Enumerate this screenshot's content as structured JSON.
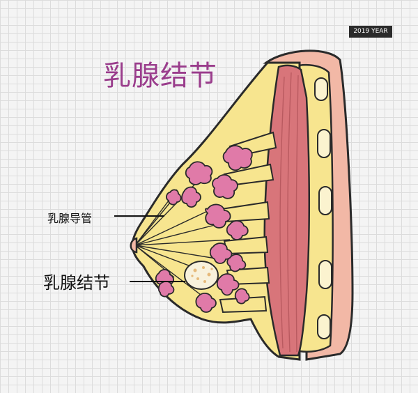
{
  "badge": {
    "year_text": "2019 YEAR"
  },
  "title": "乳腺结节",
  "labels": {
    "ducts": "乳腺导管",
    "nodule": "乳腺结节"
  },
  "colors": {
    "title": "#9a3d8c",
    "fat": "#f7e58f",
    "outline": "#2a2a2a",
    "lobule": "#e07aa8",
    "muscle": "#d8757a",
    "skin": "#f2b8a6",
    "nodule": "#f8f1dc",
    "badge_bg": "#2b2b2b"
  },
  "icons": {
    "nodule": "nodule-icon",
    "breast": "breast-cross-section-icon"
  }
}
